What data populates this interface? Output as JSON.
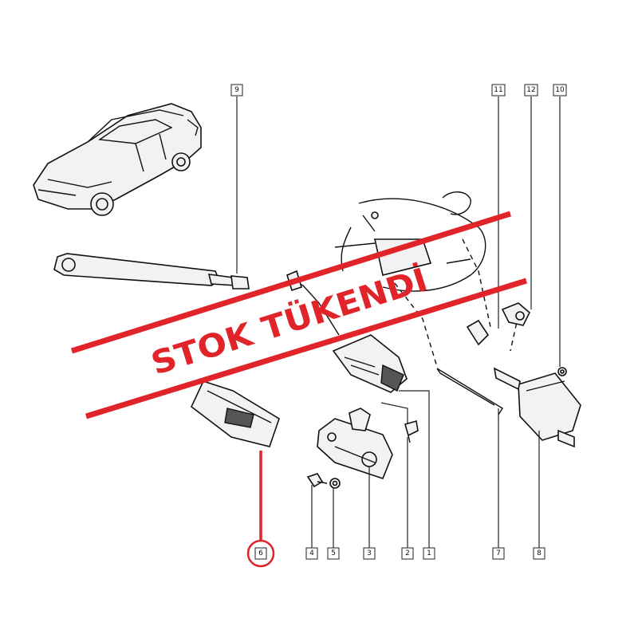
{
  "stamp": {
    "text": "STOK TÜKENDİ",
    "color": "#e0242a"
  },
  "labels": {
    "l1": "1",
    "l2": "2",
    "l3": "3",
    "l4": "4",
    "l5": "5",
    "l6": "6",
    "l7": "7",
    "l8": "8",
    "l9": "9",
    "l10": "10",
    "l11": "11",
    "l12": "12"
  },
  "highlight": {
    "part": "6",
    "color": "#e0242a"
  }
}
